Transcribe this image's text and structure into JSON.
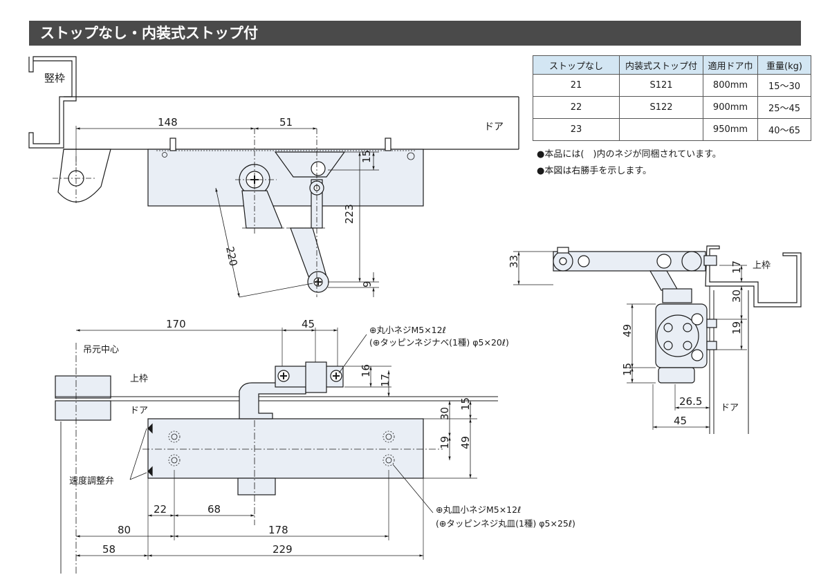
{
  "title": "ストップなし・内装式ストップ付",
  "spec_table": {
    "headers": [
      "ストップなし",
      "内装式ストップ付",
      "適用ドア巾",
      "重量(kg)"
    ],
    "rows": [
      [
        "21",
        "S121",
        "800mm",
        "15〜30"
      ],
      [
        "22",
        "S122",
        "900mm",
        "25〜45"
      ],
      [
        "23",
        "",
        "950mm",
        "40〜65"
      ]
    ]
  },
  "notes": [
    "●本品には(　)内のネジが同梱されています。",
    "●本図は右勝手を示します。"
  ],
  "top_view": {
    "frame_label": "竪枠",
    "door_label": "ドア",
    "dims": {
      "d148": "148",
      "d51": "51",
      "d15": "15",
      "d223": "223",
      "d220": "220",
      "d9": "9"
    }
  },
  "front_view": {
    "hinge_center_label": "吊元中心",
    "top_frame_label": "上枠",
    "door_label": "ドア",
    "valve_label": "速度調整弁",
    "screw1_line1": "⊕丸小ネジM5×12ℓ",
    "screw1_line2": "(⊕タッピンネジナベ(1種) φ5×20ℓ)",
    "screw2_line1": "⊕丸皿小ネジM5×12ℓ",
    "screw2_line2": "(⊕タッピンネジ丸皿(1種) φ5×25ℓ)",
    "dims": {
      "d170": "170",
      "d45": "45",
      "d16": "16",
      "d17": "17",
      "d30": "30",
      "d15": "15",
      "d19": "19",
      "d49": "49",
      "d22": "22",
      "d68": "68",
      "d80": "80",
      "d178": "178",
      "d58": "58",
      "d229": "229"
    }
  },
  "side_view": {
    "top_frame_label": "上枠",
    "door_label": "ドア",
    "dims": {
      "d33": "33",
      "d17": "17",
      "d30": "30",
      "d19": "19",
      "d49": "49",
      "d15": "15",
      "d26_5": "26.5",
      "d45": "45"
    }
  },
  "colors": {
    "title_bar": "#4a4a4a",
    "table_header": "#d3e6f3",
    "body_fill": "#e9eef5",
    "line": "#1a1a1a"
  }
}
